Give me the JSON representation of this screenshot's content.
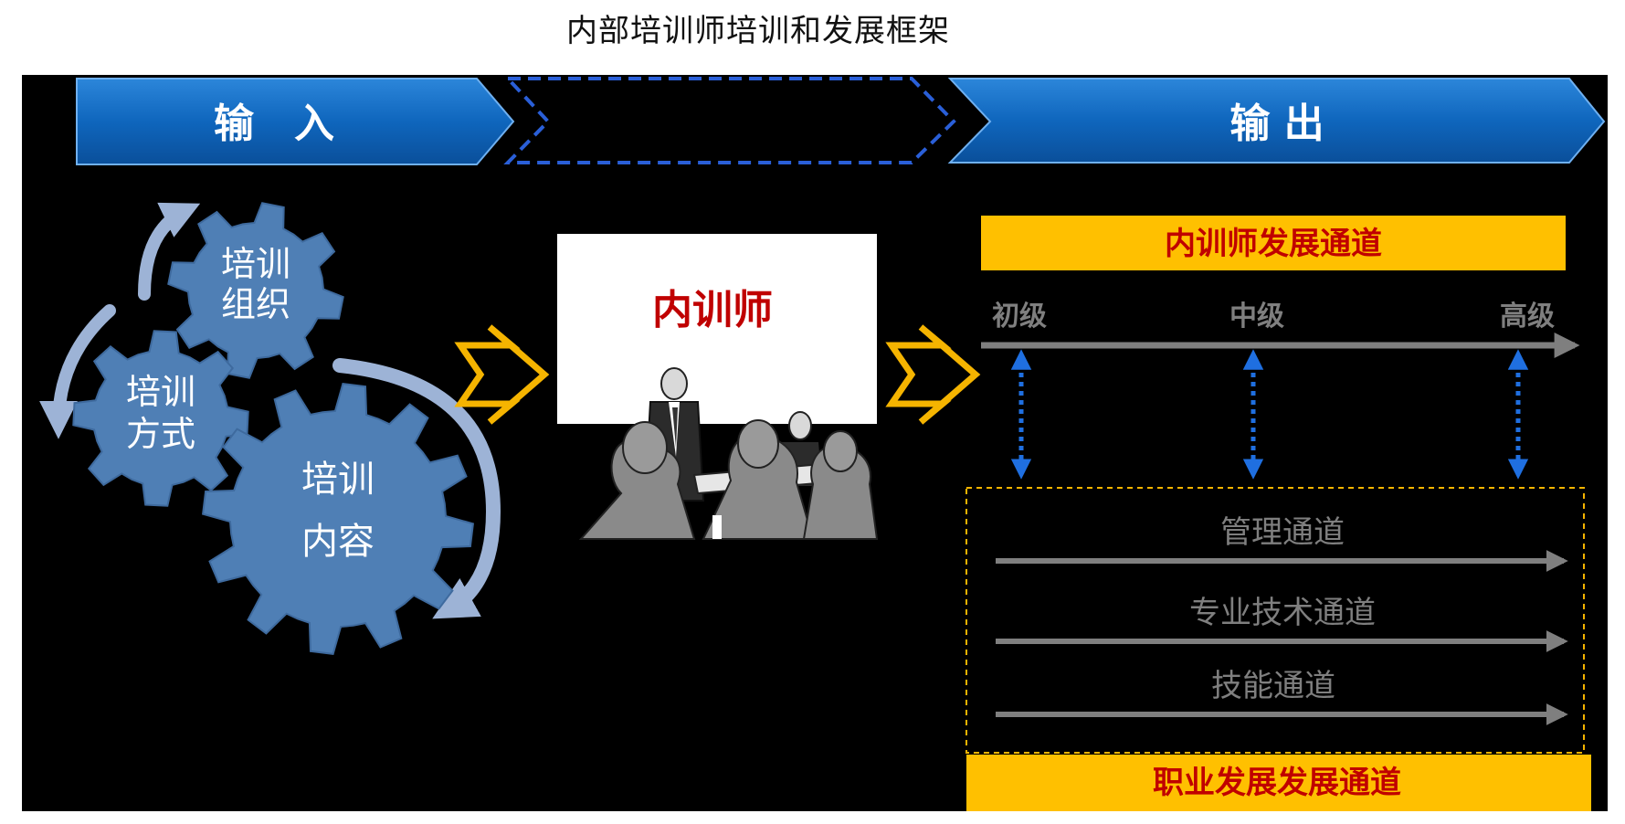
{
  "title": "内部培训师培训和发展框架",
  "header": {
    "input_label": "输　入",
    "output_label": "输 出"
  },
  "gears": {
    "organization": [
      "培训",
      "组织"
    ],
    "method": [
      "培训",
      "方式"
    ],
    "content": [
      "培训",
      "内容"
    ]
  },
  "center": {
    "trainer_label": "内训师"
  },
  "output": {
    "trainer_channel_title": "内训师发展通道",
    "levels": [
      "初级",
      "中级",
      "高级"
    ],
    "career_tracks": [
      "管理通道",
      "专业技术通道",
      "技能通道"
    ],
    "career_channel_title": "职业发展发展通道"
  },
  "colors": {
    "banner_blue": "#1a6fc4",
    "dashed_blue": "#2a5fd8",
    "gear_blue": "#4f7fb5",
    "cycle_arrow": "#9db3d6",
    "chevron_yellow": "#f5b400",
    "bar_yellow": "#ffc000",
    "bar_text_red": "#c00000",
    "level_gray": "#7f7f7f",
    "updown_blue": "#1f6fe0"
  }
}
